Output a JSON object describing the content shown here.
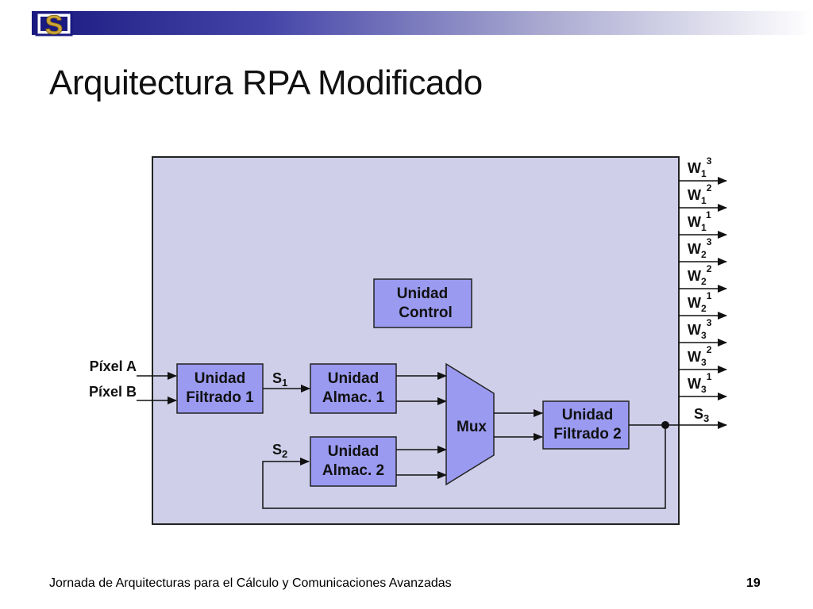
{
  "title": "Arquitectura RPA Modificado",
  "footer": {
    "text": "Jornada de Arquitecturas para el Cálculo y Comunicaciones Avanzadas",
    "page": "19"
  },
  "logo": {
    "letter": "S"
  },
  "colors": {
    "background_box": "#cfcfe9",
    "unit_fill": "#9a9af0",
    "header_gradient_start": "#1a1a80"
  },
  "diagram": {
    "inputs": {
      "pixel_a": "Píxel A",
      "pixel_b": "Píxel B"
    },
    "units": {
      "filtrado1": [
        "Unidad",
        "Filtrado 1"
      ],
      "almac1": [
        "Unidad",
        "Almac. 1"
      ],
      "almac2": [
        "Unidad",
        "Almac. 2"
      ],
      "control": [
        "Unidad",
        "Control"
      ],
      "mux": "Mux",
      "filtrado2": [
        "Unidad",
        "Filtrado 2"
      ]
    },
    "signals": {
      "s1": {
        "base": "S",
        "sub": "1"
      },
      "s2": {
        "base": "S",
        "sub": "2"
      },
      "s3": {
        "base": "S",
        "sub": "3"
      }
    },
    "outputs": [
      {
        "base": "W",
        "sub": "1",
        "sup": "3"
      },
      {
        "base": "W",
        "sub": "1",
        "sup": "2"
      },
      {
        "base": "W",
        "sub": "1",
        "sup": "1"
      },
      {
        "base": "W",
        "sub": "2",
        "sup": "3"
      },
      {
        "base": "W",
        "sub": "2",
        "sup": "2"
      },
      {
        "base": "W",
        "sub": "2",
        "sup": "1"
      },
      {
        "base": "W",
        "sub": "3",
        "sup": "3"
      },
      {
        "base": "W",
        "sub": "3",
        "sup": "2"
      },
      {
        "base": "W",
        "sub": "3",
        "sup": "1"
      }
    ]
  }
}
